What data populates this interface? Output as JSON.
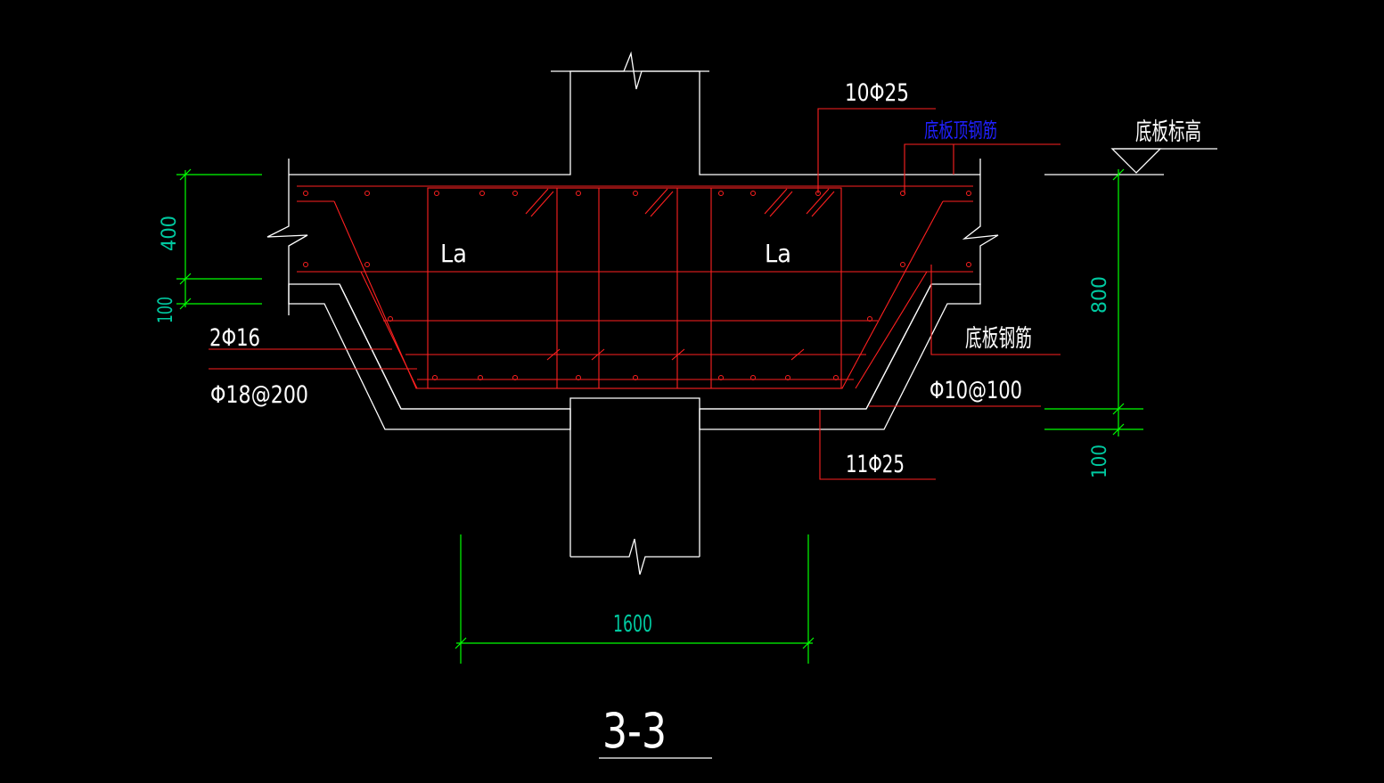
{
  "section_title": "3-3",
  "labels": {
    "top_bars": "10Φ25",
    "slab_top_rebar": "底板顶钢筋",
    "slab_elevation": "底板标高",
    "slab_rebar": "底板钢筋",
    "stirrups": "Φ10@100",
    "bottom_bars": "11Φ25",
    "waist_bars": "2Φ16",
    "side_bars": "Φ18@200",
    "anchor_left": "La",
    "anchor_right": "La"
  },
  "dimensions": {
    "left_upper": "400",
    "left_lower": "100",
    "right_upper": "800",
    "right_lower": "100",
    "bottom_width": "1600"
  },
  "colors": {
    "background": "#000000",
    "outline": "#ffffff",
    "dimension": "#00ff00",
    "rebar": "#ff2020",
    "dim_text": "#00c9a0",
    "highlight_text": "#2020ff"
  }
}
